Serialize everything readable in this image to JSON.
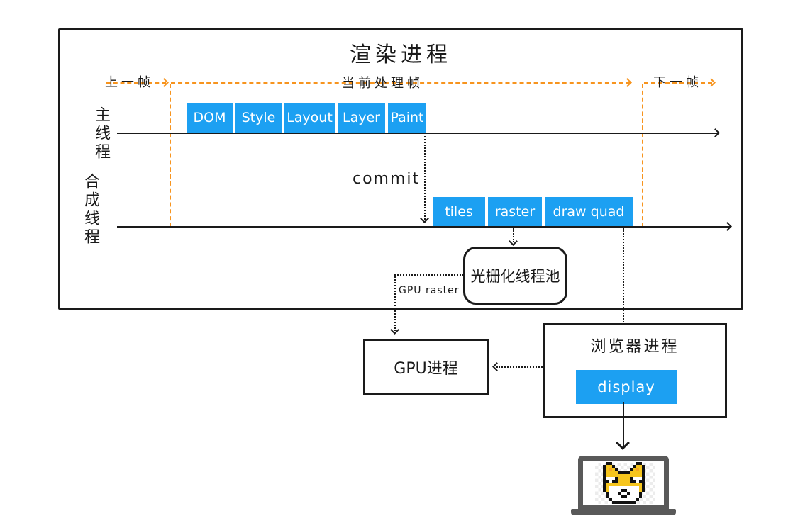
{
  "diagram": {
    "title": "渲染进程",
    "frames": {
      "prev": "上一帧",
      "current": "当前处理帧",
      "next": "下一帧"
    },
    "main_thread": {
      "label": "主线程",
      "stages": [
        "DOM",
        "Style",
        "Layout",
        "Layer",
        "Paint"
      ]
    },
    "commit_label": "commit",
    "compositor_thread": {
      "label": "合成线程",
      "stages": [
        "tiles",
        "raster",
        "draw quad"
      ]
    },
    "raster_pool": {
      "label": "光栅化线程池"
    },
    "gpu_raster_label": "GPU raster",
    "gpu_process": {
      "label": "GPU进程"
    },
    "browser_process": {
      "label": "浏览器进程",
      "display_label": "display"
    },
    "colors": {
      "accent_blue": "#1CA0F2",
      "accent_orange": "#F7941E",
      "line_black": "#1A1A1A",
      "laptop_gray": "#595959",
      "doge_yellow": "#F6C51D",
      "doge_ear_orange": "#F5A623"
    },
    "doge_icon": {
      "palette": {
        "K": "#111111",
        "Y": "#F6C51D",
        "O": "#F5A623",
        "W": "#FFFFFF"
      },
      "pixels": [
        "..KK........KK..",
        ".KYYK......KYYK.",
        ".KYOYK....KYOYK.",
        ".KYYYYKKKKYYYYK.",
        ".KYYYYYYYYYYYYK.",
        ".KWWWKYYYYKWWWK.",
        ".KKWKKYYYYKKWKK.",
        ".KYYYYYYYYYYYYK.",
        ".KYWWWWWWWWWWYK.",
        ".KYWWWWKKWWWWYK.",
        "..KWWWKWWKWWWK..",
        "..KWWWWKKWWWWK..",
        "...KWWWWWWWWK...",
        "....KKKKKKKK...."
      ]
    }
  }
}
